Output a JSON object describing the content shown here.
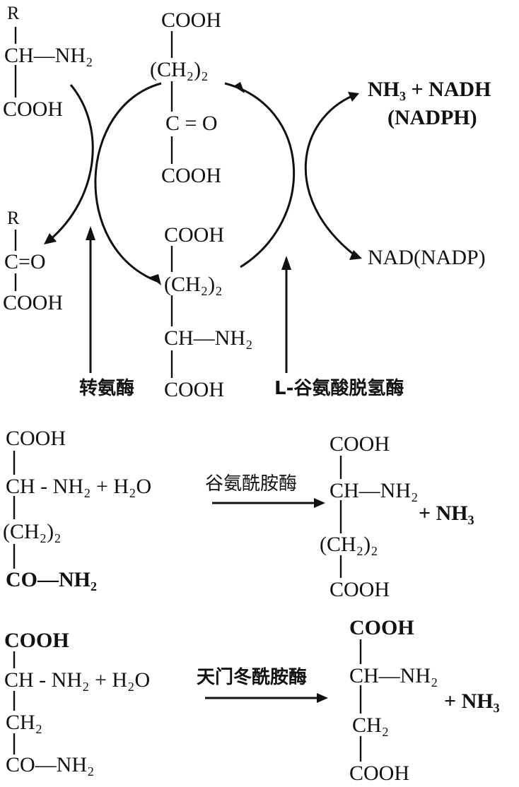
{
  "cycle": {
    "left_substrate": {
      "r": "R",
      "ch_nh2": "CH—NH₂",
      "cooh": "COOH"
    },
    "left_product": {
      "r": "R",
      "c_o": "C=O",
      "cooh": "COOH"
    },
    "alpha_kg": {
      "cooh_top": "COOH",
      "ch2": "(CH₂)₂",
      "c_o": "C = O",
      "cooh_bottom": "COOH"
    },
    "glutamate": {
      "cooh_top": "COOH",
      "ch2": "(CH₂)₂",
      "ch_nh2": "CH—NH₂",
      "cooh_bottom": "COOH"
    },
    "right_top": {
      "line1": "NH₃ + NADH",
      "line2": "(NADPH)"
    },
    "right_bottom": "NAD(NADP)",
    "enzyme_left": "转氨酶",
    "enzyme_right": "L-谷氨酸脱氢酶"
  },
  "reaction2": {
    "glutamine": {
      "cooh": "COOH",
      "ch_nh2": "CH - NH₂ + H₂O",
      "ch2": "(CH₂)₂",
      "co_nh2": "CO—NH₂"
    },
    "enzyme": "谷氨酰胺酶",
    "glutamate": {
      "cooh_top": "COOH",
      "ch_nh2": "CH—NH₂",
      "ch2": "(CH₂)₂",
      "cooh_bottom": "COOH"
    },
    "byproduct": "+ NH₃"
  },
  "reaction3": {
    "asparagine": {
      "cooh": "COOH",
      "ch_nh2": "CH - NH₂ + H₂O",
      "ch2": "CH₂",
      "co_nh2": "CO—NH₂"
    },
    "enzyme": "天门冬酰胺酶",
    "aspartate": {
      "cooh_top": "COOH",
      "ch_nh2": "CH—NH₂",
      "ch2": "CH₂",
      "cooh_bottom": "COOH"
    },
    "byproduct": "+ NH₃"
  }
}
